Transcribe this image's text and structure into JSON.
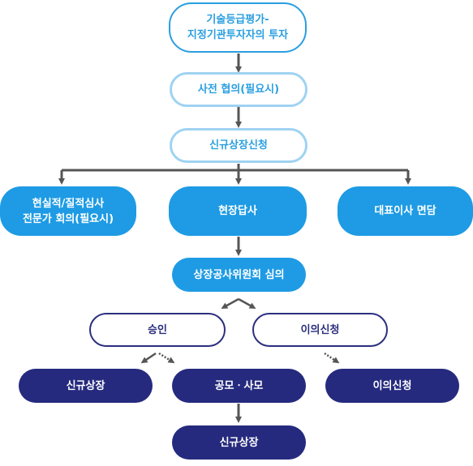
{
  "colors": {
    "primary_blue": "#1e9be4",
    "light_blue_border": "#9fd3f2",
    "navy": "#252a7e",
    "arrow_gray": "#555555"
  },
  "nodes": {
    "start": "기술등급평가-\n지정기관투자자의 투자",
    "pre_consult": "사전 협의(필요시)",
    "apply": "신규상장신청",
    "review_meeting": "현실적/질적심사\n전문가 회의(필요시)",
    "site_visit": "현장답사",
    "ceo_interview": "대표이사 면담",
    "committee": "상장공사위원회 심의",
    "approval": "승인",
    "objection": "이의신청",
    "new_listing_a": "신규상장",
    "offering": "공모ㆍ사모",
    "objection_result": "이의신청",
    "new_listing_b": "신규상장"
  }
}
